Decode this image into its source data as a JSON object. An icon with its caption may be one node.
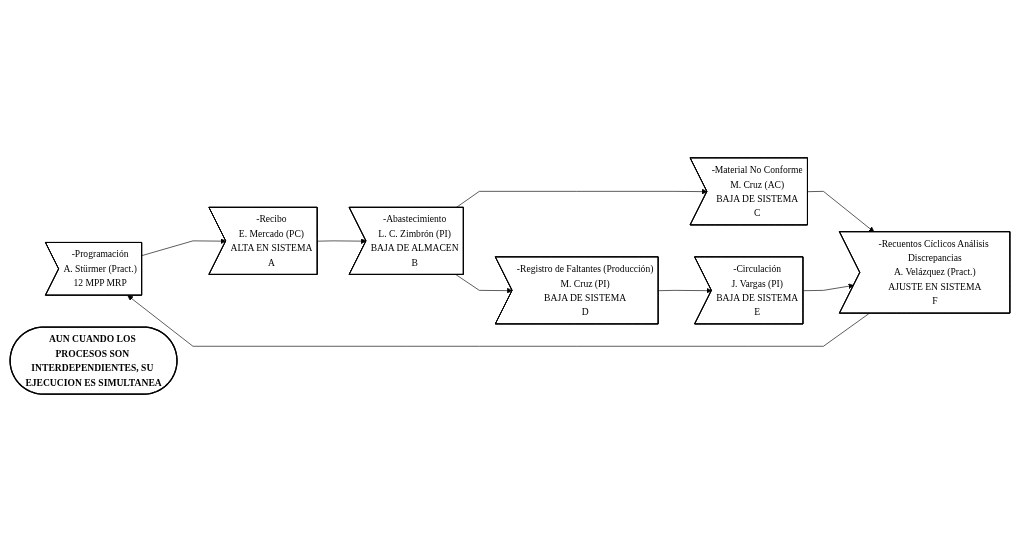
{
  "diagram": {
    "nodes": [
      {
        "text": [
          "-Programación",
          "A. Stürmer (Pract.)",
          "12 MPP MRP"
        ]
      },
      {
        "text": [
          "-Recibo",
          "E. Mercado (PC)",
          "ALTA EN SISTEMA",
          "A"
        ]
      },
      {
        "text": [
          "-Abastecimiento",
          "L. C. Zimbrón (PI)",
          "BAJA DE ALMACEN",
          "B"
        ]
      },
      {
        "text": [
          "-Material No Conforme",
          "M. Cruz (AC)",
          "BAJA DE SISTEMA",
          "C"
        ]
      },
      {
        "text": [
          "-Registro de Faltantes (Producción)",
          "M. Cruz (PI)",
          "BAJA DE SISTEMA",
          "D"
        ]
      },
      {
        "text": [
          "-Circulación",
          "J. Vargas (PI)",
          "BAJA DE SISTEMA",
          "E"
        ]
      },
      {
        "text": [
          "-Recuentos Cíclicos Análisis Discrepancias",
          "A. Velázquez (Pract.)",
          "AJUSTE EN SISTEMA",
          "F"
        ]
      },
      {
        "text": [
          "AUN CUANDO LOS PROCESOS SON INTERDEPENDIENTES, SU EJECUCION ES SIMULTANEA"
        ]
      }
    ],
    "edges": [
      {
        "from": 0,
        "to": 1,
        "arrow": "to"
      },
      {
        "from": 1,
        "to": 2,
        "arrow": "to"
      },
      {
        "from": 2,
        "to": 3,
        "arrow": "to"
      },
      {
        "from": 2,
        "to": 4,
        "arrow": "to"
      },
      {
        "from": 3,
        "to": 6,
        "arrow": "to"
      },
      {
        "from": 4,
        "to": 5,
        "arrow": "to"
      },
      {
        "from": 5,
        "to": 6,
        "arrow": "to"
      },
      {
        "from": 6,
        "to": 0,
        "arrow": "to"
      }
    ]
  }
}
